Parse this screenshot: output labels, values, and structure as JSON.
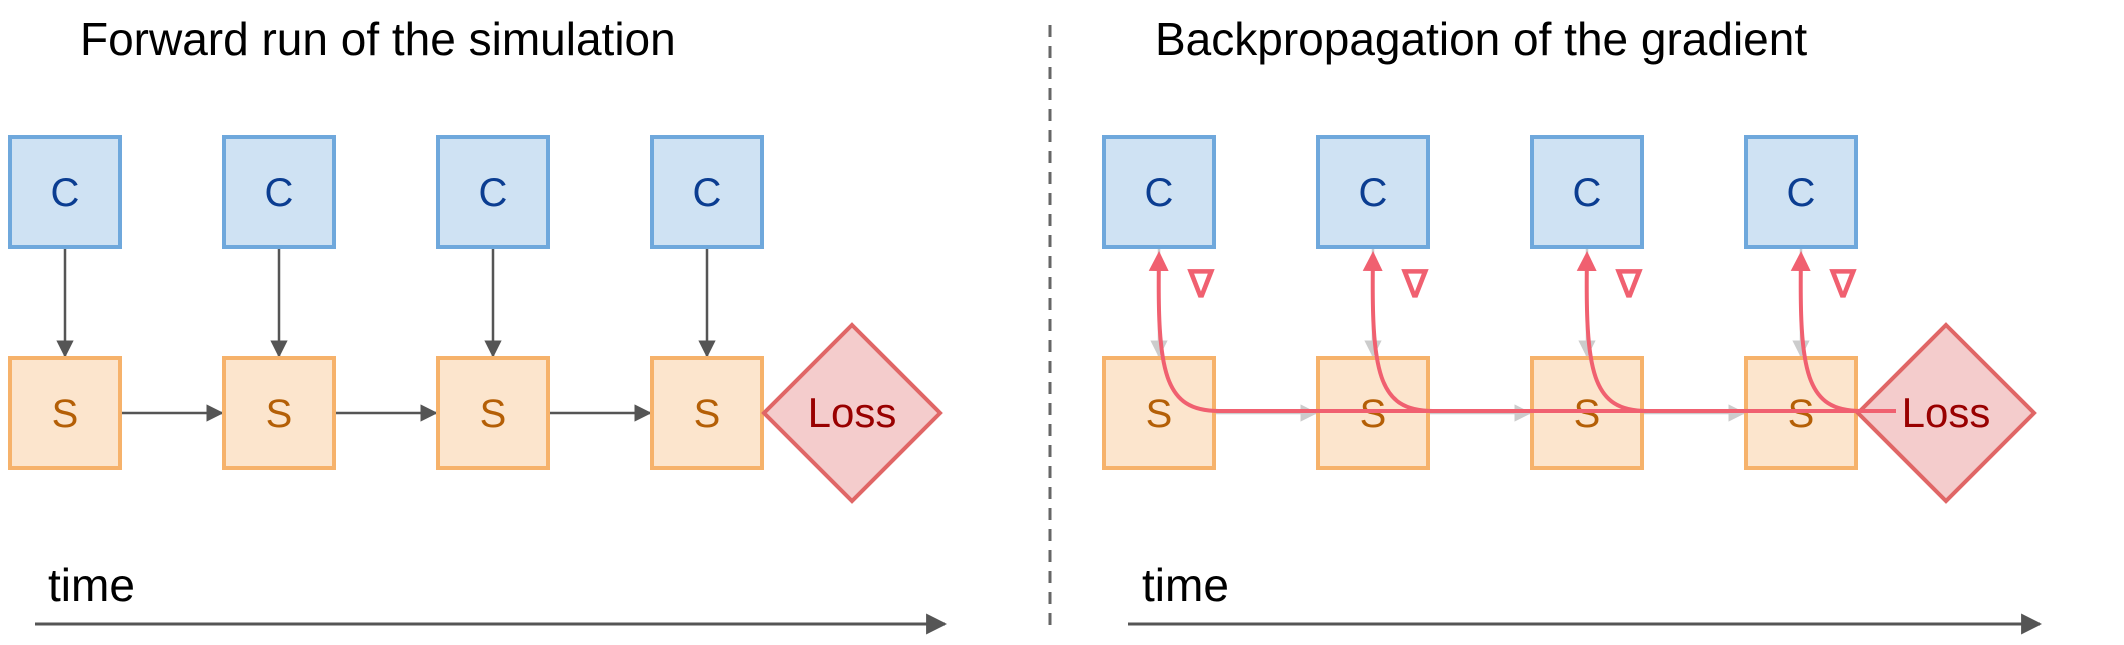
{
  "left_panel": {
    "title": "Forward run of the simulation",
    "time_label": "time",
    "controller_label": "C",
    "state_label": "S",
    "loss_label": "Loss"
  },
  "right_panel": {
    "title": "Backpropagation of the gradient",
    "time_label": "time",
    "controller_label": "C",
    "state_label": "S",
    "loss_label": "Loss",
    "gradient_symbol": "∇"
  },
  "steps": 4,
  "colors": {
    "controller_fill": "#cfe2f3",
    "controller_stroke": "#6fa8dc",
    "controller_text": "#0b3d91",
    "state_fill": "#fce5cd",
    "state_stroke": "#f6b26b",
    "state_text": "#b45f06",
    "loss_fill": "#f4cccc",
    "loss_stroke": "#e06666",
    "loss_text": "#990000",
    "arrow_dark": "#555555",
    "arrow_light": "#cccccc",
    "gradient": "#f06070",
    "divider": "#666666"
  }
}
